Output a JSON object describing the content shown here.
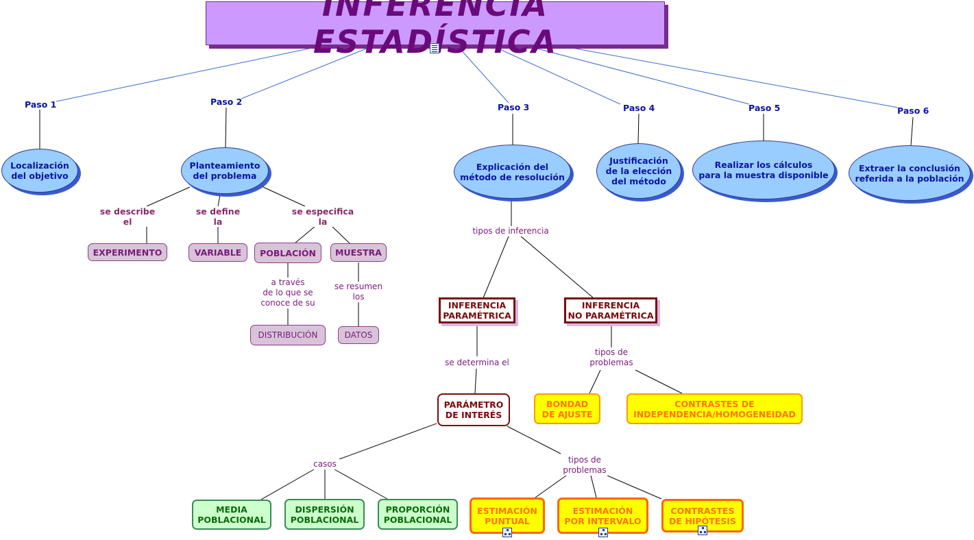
{
  "title": "INFERENCIA ESTADÍSTICA",
  "steps": [
    {
      "label": "Paso 1",
      "node": "Localización\ndel objetivo"
    },
    {
      "label": "Paso 2",
      "node": "Planteamiento\ndel problema"
    },
    {
      "label": "Paso 3",
      "node": "Explicación del\nmétodo de resolución"
    },
    {
      "label": "Paso 4",
      "node": "Justificación\nde la elección\ndel método"
    },
    {
      "label": "Paso 5",
      "node": "Realizar los cálculos\npara la muestra disponible"
    },
    {
      "label": "Paso 6",
      "node": "Extraer la conclusión\nreferida a la población"
    }
  ],
  "problem": {
    "links": [
      "se describe\nel",
      "se define\nla",
      "se especifica\nla"
    ],
    "nodes": [
      "EXPERIMENTO",
      "VARIABLE",
      "POBLACIÓN",
      "MUESTRA"
    ],
    "poblacion_link": "a través\nde lo que se\nconoce de su",
    "poblacion_child": "DISTRIBUCIÓN",
    "muestra_link": "se resumen\nlos",
    "muestra_child": "DATOS"
  },
  "method": {
    "link": "tipos de inferencia",
    "parametric": "INFERENCIA\nPARAMÉTRICA",
    "nonparametric": "INFERENCIA\nNO PARAMÉTRICA",
    "param_link": "se determina el",
    "param_node": "PARÁMETRO\nDE INTERÉS",
    "nonparam_link": "tipos de\nproblemas",
    "nonparam_nodes": [
      "BONDAD\nDE AJUSTE",
      "CONTRASTES DE\nINDEPENDENCIA/HOMOGENEIDAD"
    ],
    "cases_link": "casos",
    "cases": [
      "MEDIA\nPOBLACIONAL",
      "DISPERSIÓN\nPOBLACIONAL",
      "PROPORCIÓN\nPOBLACIONAL"
    ],
    "problems_link": "tipos de\nproblemas",
    "problems": [
      "ESTIMACIÓN\nPUNTUAL",
      "ESTIMACIÓN\nPOR INTERVALO",
      "CONTRASTES\nDE HIPÓTESIS"
    ]
  }
}
